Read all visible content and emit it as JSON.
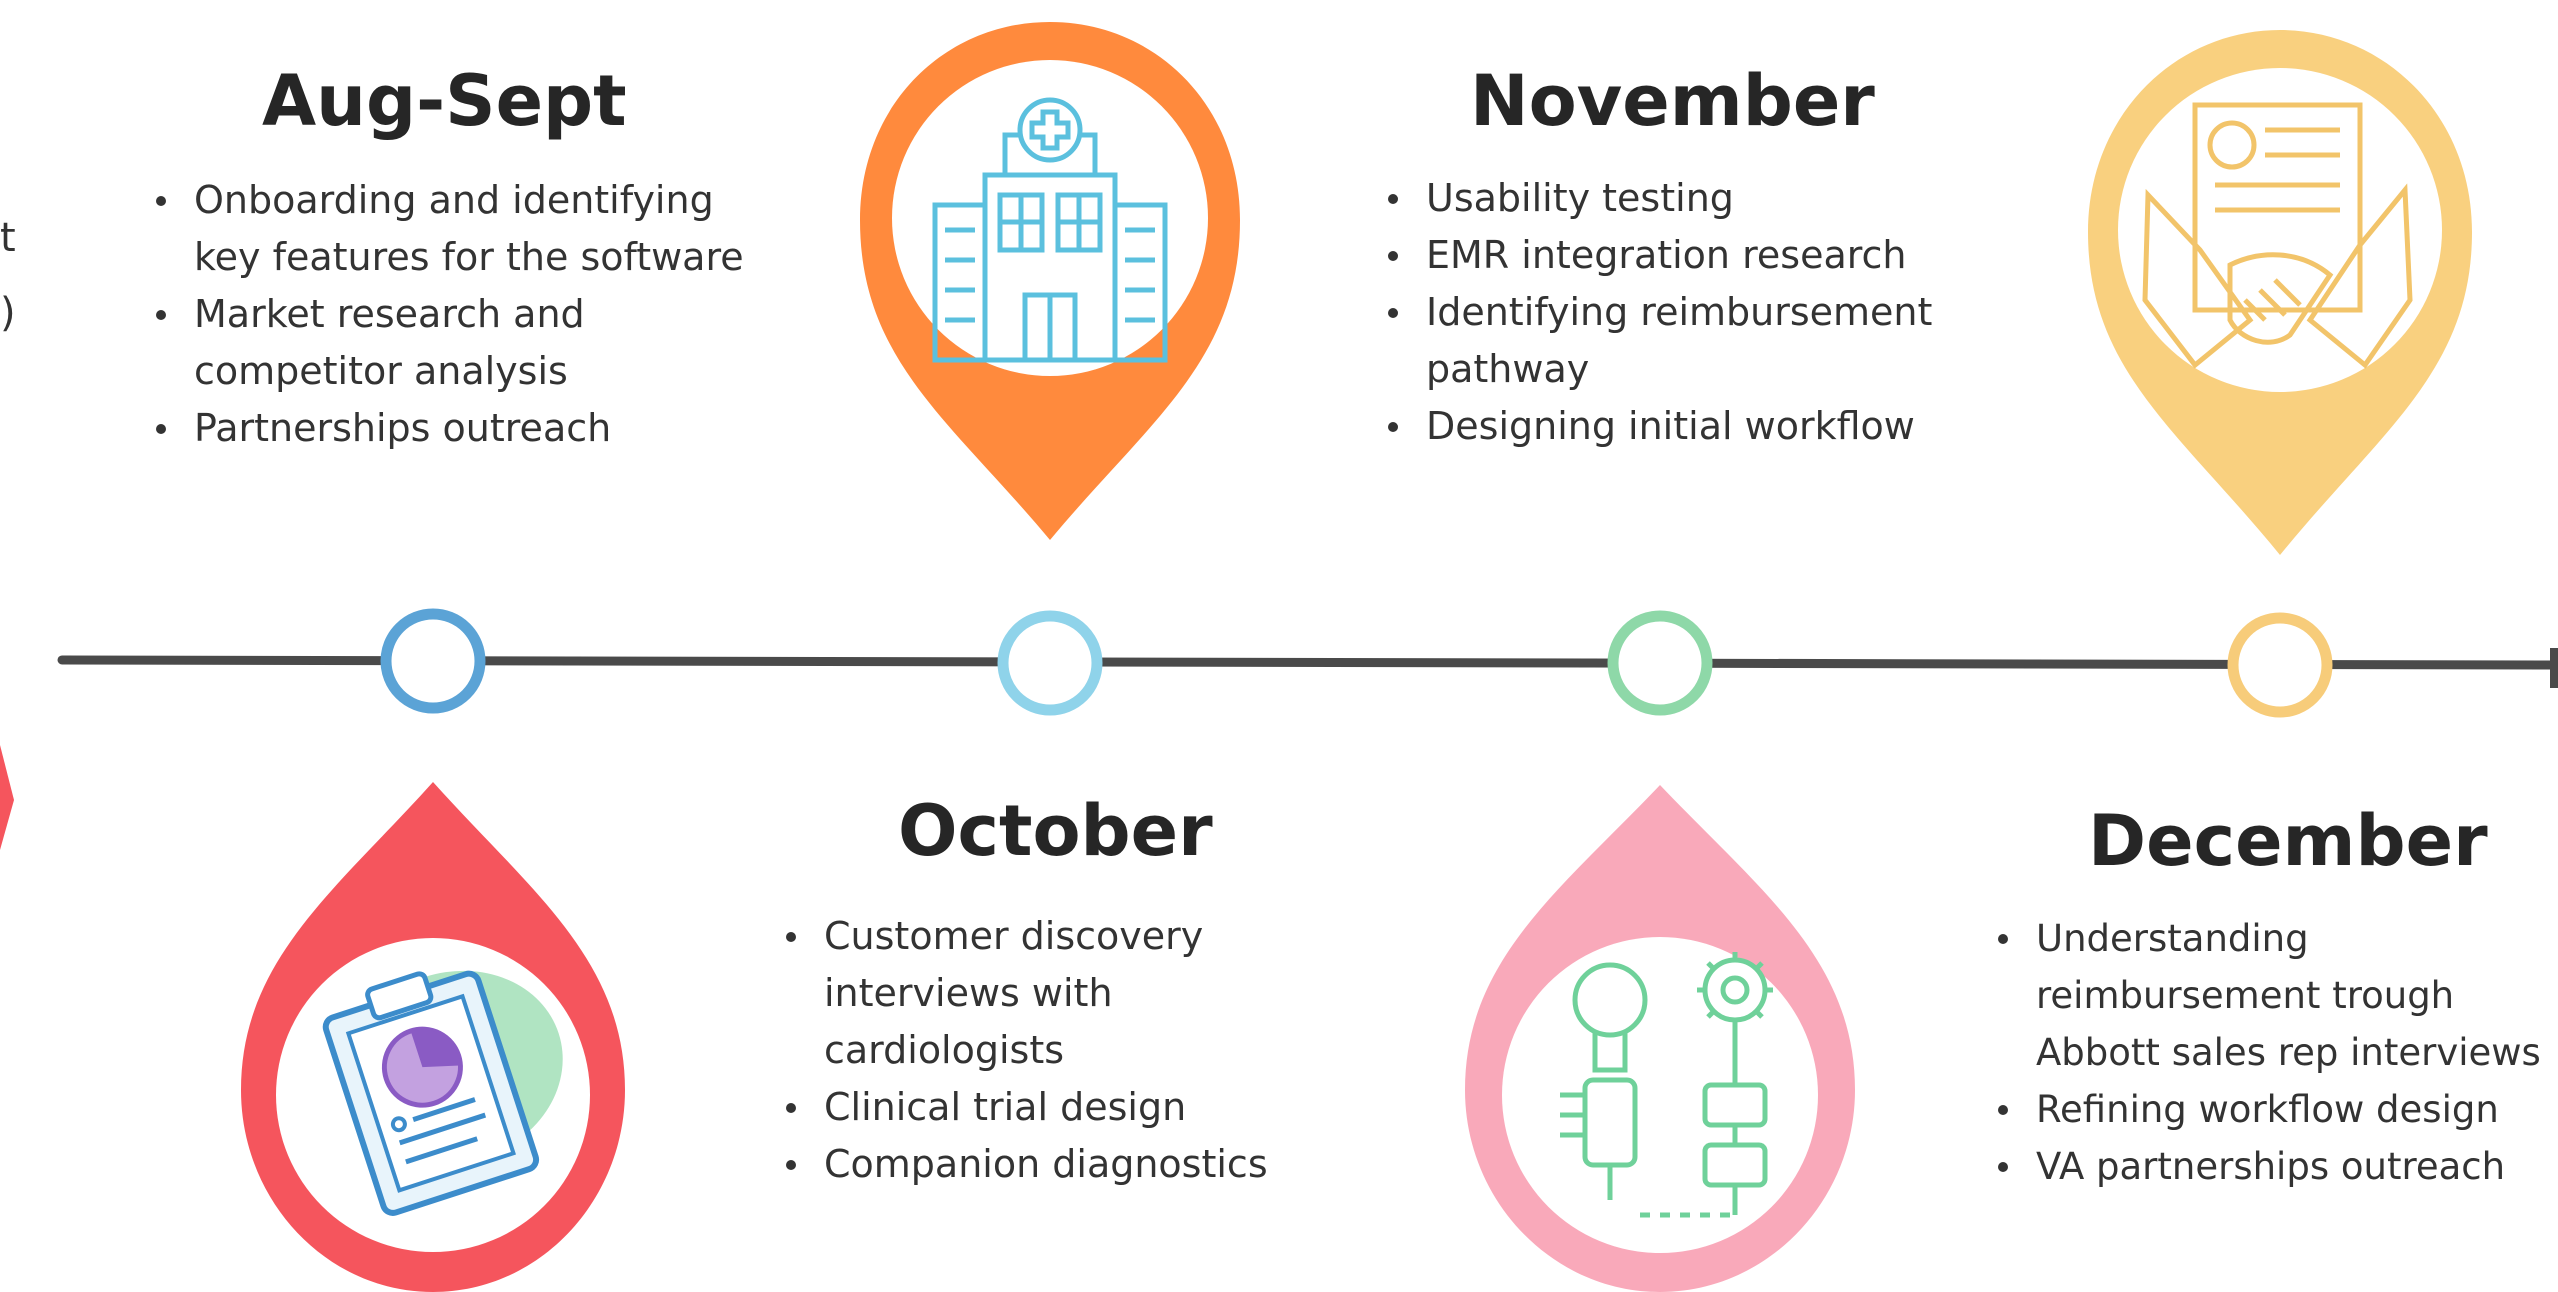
{
  "timeline": {
    "milestones": [
      {
        "heading": "Aug-Sept",
        "bullets": [
          "Onboarding and identifying key features for the software",
          "Market research and competitor analysis",
          "Partnerships outreach"
        ],
        "icon": "clipboard-chart-icon",
        "pin_color": "#F5555D",
        "node_color": "#5BA3D6"
      },
      {
        "heading": "October",
        "bullets": [
          "Customer discovery interviews with cardiologists",
          "Clinical trial design",
          "Companion diagnostics"
        ],
        "icon": "hospital-icon",
        "pin_color": "#FF8A3D",
        "node_color": "#8FD3EA"
      },
      {
        "heading": "November",
        "bullets": [
          "Usability testing",
          "EMR integration research",
          "Identifying reimbursement pathway",
          "Designing initial workflow"
        ],
        "icon": "innovation-icon",
        "pin_color": "#F9A9BA",
        "node_color": "#8ED8A8"
      },
      {
        "heading": "December",
        "bullets": [
          "Understanding reimbursement trough Abbott sales rep interviews",
          "Refining workflow design",
          "VA partnerships outreach"
        ],
        "icon": "handshake-contract-icon",
        "pin_color": "#F9D07F",
        "node_color": "#F7CC7A"
      }
    ],
    "line_color": "#4A4A4A"
  },
  "edge": {
    "left_fragments": [
      "t",
      ")"
    ]
  }
}
